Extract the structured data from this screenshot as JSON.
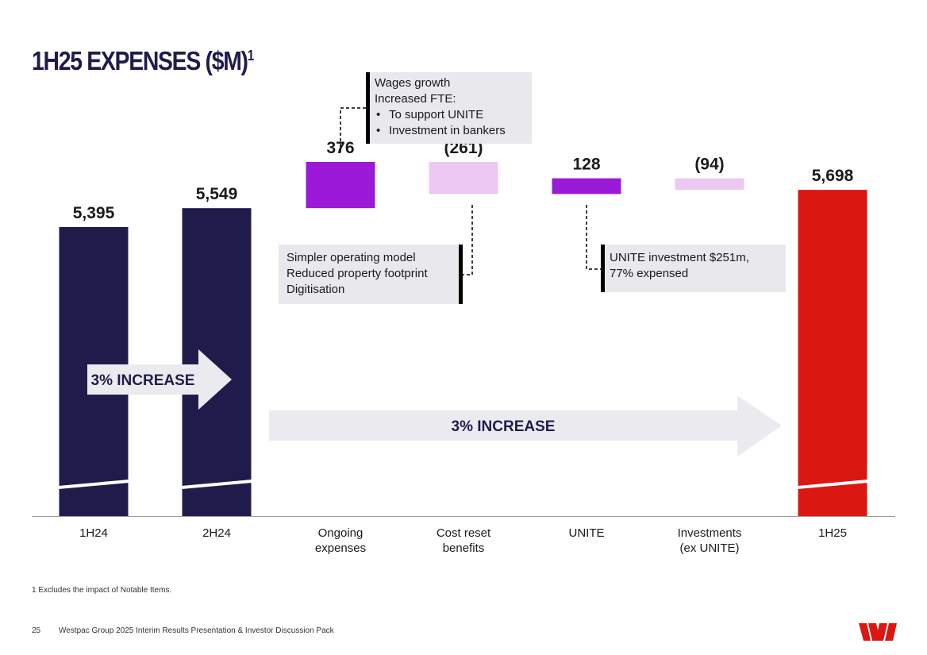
{
  "slide": {
    "title": "1H25 EXPENSES ($M)",
    "title_superscript": "1",
    "footnote": "1 Excludes the impact of Notable Items.",
    "page_number": "25",
    "footer_text": "Westpac Group 2025 Interim Results Presentation & Investor Discussion Pack",
    "logo": "westpac-logo-icon"
  },
  "annotations": {
    "wages": {
      "lines": [
        "Wages growth",
        "Increased FTE:"
      ],
      "bullets": [
        "To support UNITE",
        "Investment in bankers"
      ]
    },
    "simpler": {
      "lines": [
        "Simpler operating model",
        "Reduced property footprint",
        "Digitisation"
      ]
    },
    "unite": {
      "lines": [
        "UNITE investment $251m,",
        "77% expensed"
      ]
    }
  },
  "chart_data": {
    "type": "bar",
    "subtype": "waterfall",
    "categories": [
      "1H24",
      "2H24",
      "Ongoing\nexpenses",
      "Cost reset\nbenefits",
      "UNITE",
      "Investments\n(ex UNITE)",
      "1H25"
    ],
    "values": [
      5395,
      5549,
      376,
      -261,
      128,
      -94,
      5698
    ],
    "data_labels": [
      "5,395",
      "5,549",
      "376",
      "(261)",
      "128",
      "(94)",
      "5,698"
    ],
    "kinds": [
      "total",
      "total",
      "increase",
      "decrease",
      "increase",
      "decrease",
      "total"
    ],
    "axis_break": true,
    "colors": {
      "total_prior": "#1f1c4c",
      "total_current": "#da1710",
      "increase": "#9a1ad8",
      "decrease": "#ecc8f3",
      "arrow": "#ebebef"
    },
    "arrows": [
      {
        "label": "3% INCREASE",
        "from": "1H24",
        "to": "2H24"
      },
      {
        "label": "3% INCREASE",
        "from": "2H24",
        "to": "1H25"
      }
    ]
  }
}
